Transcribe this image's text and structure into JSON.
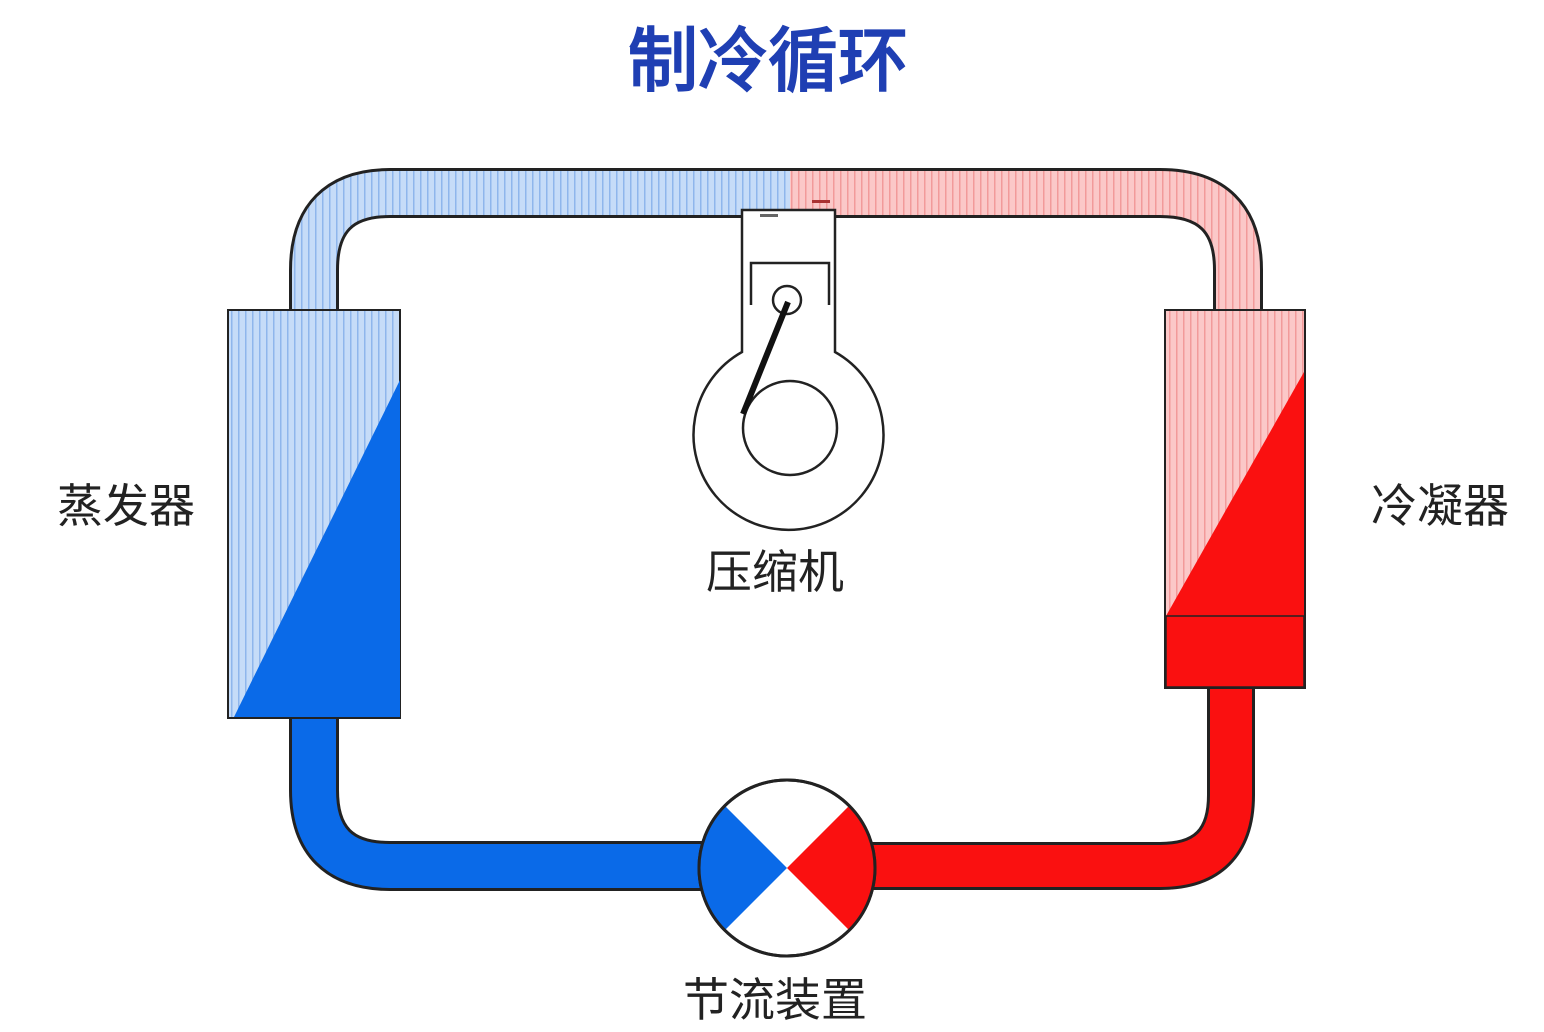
{
  "title": "制冷循环",
  "labels": {
    "evaporator": "蒸发器",
    "condenser": "冷凝器",
    "compressor": "压缩机",
    "expansion_valve": "节流装置"
  },
  "colors": {
    "title": "#1f3fb3",
    "cold": "#0a6ae8",
    "cold_light": "#b8d4f7",
    "hot": "#fa1010",
    "hot_light": "#f8b8b8"
  }
}
